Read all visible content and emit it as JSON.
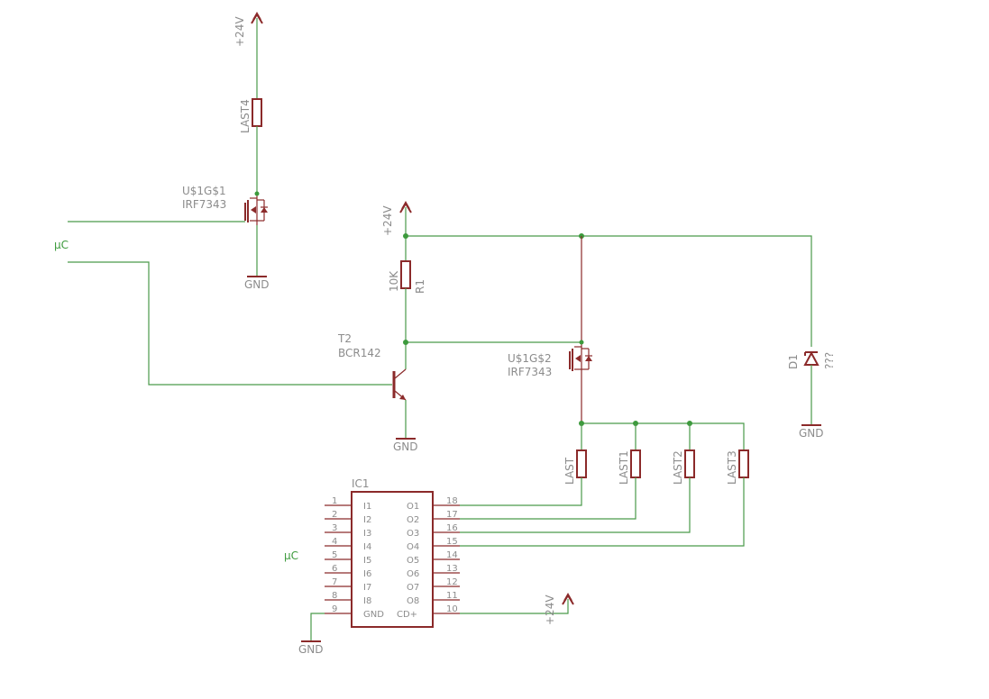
{
  "nets": {
    "supply": "+24V",
    "ground": "GND",
    "uc": "µC"
  },
  "parts": {
    "last4": "LAST4",
    "q1_name": "U$1G$1",
    "q1_value": "IRF7343",
    "r1_name": "R1",
    "r1_value": "10K",
    "t2_name": "T2",
    "t2_value": "BCR142",
    "q2_name": "U$1G$2",
    "q2_value": "IRF7343",
    "d1_name": "D1",
    "d1_value": "???",
    "last": "LAST",
    "last1": "LAST1",
    "last2": "LAST2",
    "last3": "LAST3",
    "ic1_name": "IC1"
  },
  "ic1": {
    "left_pins": [
      {
        "num": "1",
        "name": "I1"
      },
      {
        "num": "2",
        "name": "I2"
      },
      {
        "num": "3",
        "name": "I3"
      },
      {
        "num": "4",
        "name": "I4"
      },
      {
        "num": "5",
        "name": "I5"
      },
      {
        "num": "6",
        "name": "I6"
      },
      {
        "num": "7",
        "name": "I7"
      },
      {
        "num": "8",
        "name": "I8"
      },
      {
        "num": "9",
        "name": "GND"
      }
    ],
    "right_pins": [
      {
        "num": "18",
        "name": "O1"
      },
      {
        "num": "17",
        "name": "O2"
      },
      {
        "num": "16",
        "name": "O3"
      },
      {
        "num": "15",
        "name": "O4"
      },
      {
        "num": "14",
        "name": "O5"
      },
      {
        "num": "13",
        "name": "O6"
      },
      {
        "num": "12",
        "name": "O7"
      },
      {
        "num": "11",
        "name": "O8"
      },
      {
        "num": "10",
        "name": "CD+"
      }
    ]
  }
}
